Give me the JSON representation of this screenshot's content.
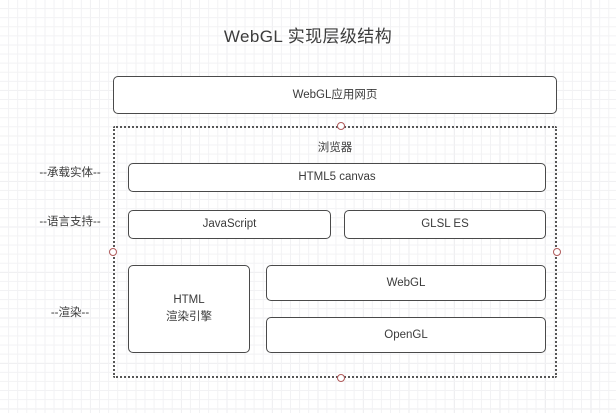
{
  "diagram": {
    "title": "WebGL 实现层级结构",
    "container": {
      "label": "浏览器",
      "border_style": "dotted",
      "accent_color": "#b05a5a",
      "handles": [
        {
          "name": "handle-top",
          "position": "top-center"
        },
        {
          "name": "handle-left",
          "position": "left-middle"
        },
        {
          "name": "handle-right",
          "position": "right-middle"
        },
        {
          "name": "handle-bottom",
          "position": "bottom-center"
        }
      ]
    },
    "side_labels": [
      {
        "key": "carrier",
        "text": "--承载实体--"
      },
      {
        "key": "language",
        "text": "--语言支持--"
      },
      {
        "key": "render",
        "text": "--渲染--"
      }
    ],
    "nodes": [
      {
        "key": "webgl_app_page",
        "text": "WebGL应用网页"
      },
      {
        "key": "html5_canvas",
        "text": "HTML5 canvas"
      },
      {
        "key": "javascript",
        "text": "JavaScript"
      },
      {
        "key": "glsl_es",
        "text": "GLSL ES"
      },
      {
        "key": "html_render_engine",
        "text": "HTML\n渲染引擎"
      },
      {
        "key": "webgl",
        "text": "WebGL"
      },
      {
        "key": "opengl",
        "text": "OpenGL"
      }
    ],
    "colors": {
      "node_border": "#4a4a4a",
      "text": "#3b3b3b",
      "grid_minor": "#f2f2f4",
      "grid_major": "#e9e9ec",
      "handle": "#b05a5a"
    }
  }
}
